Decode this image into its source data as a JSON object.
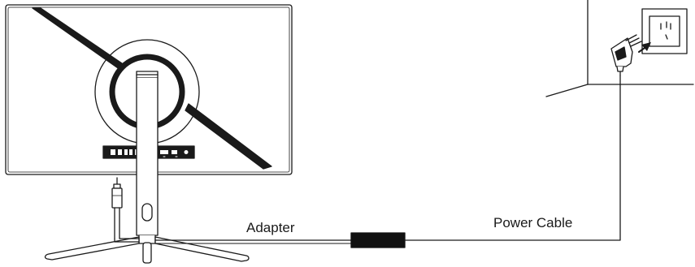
{
  "labels": {
    "adapter": "Adapter",
    "power_cable": "Power Cable"
  },
  "components": {
    "monitor": "monitor-rear-view",
    "dc_plug": "dc-barrel-plug-icon",
    "power_brick": "power-adapter-brick",
    "wall_plug": "wall-plug-icon",
    "wall_outlet": "wall-outlet-icon"
  },
  "colors": {
    "line": "#1a1a1a",
    "fill": "#ffffff",
    "brick": "#111111"
  }
}
